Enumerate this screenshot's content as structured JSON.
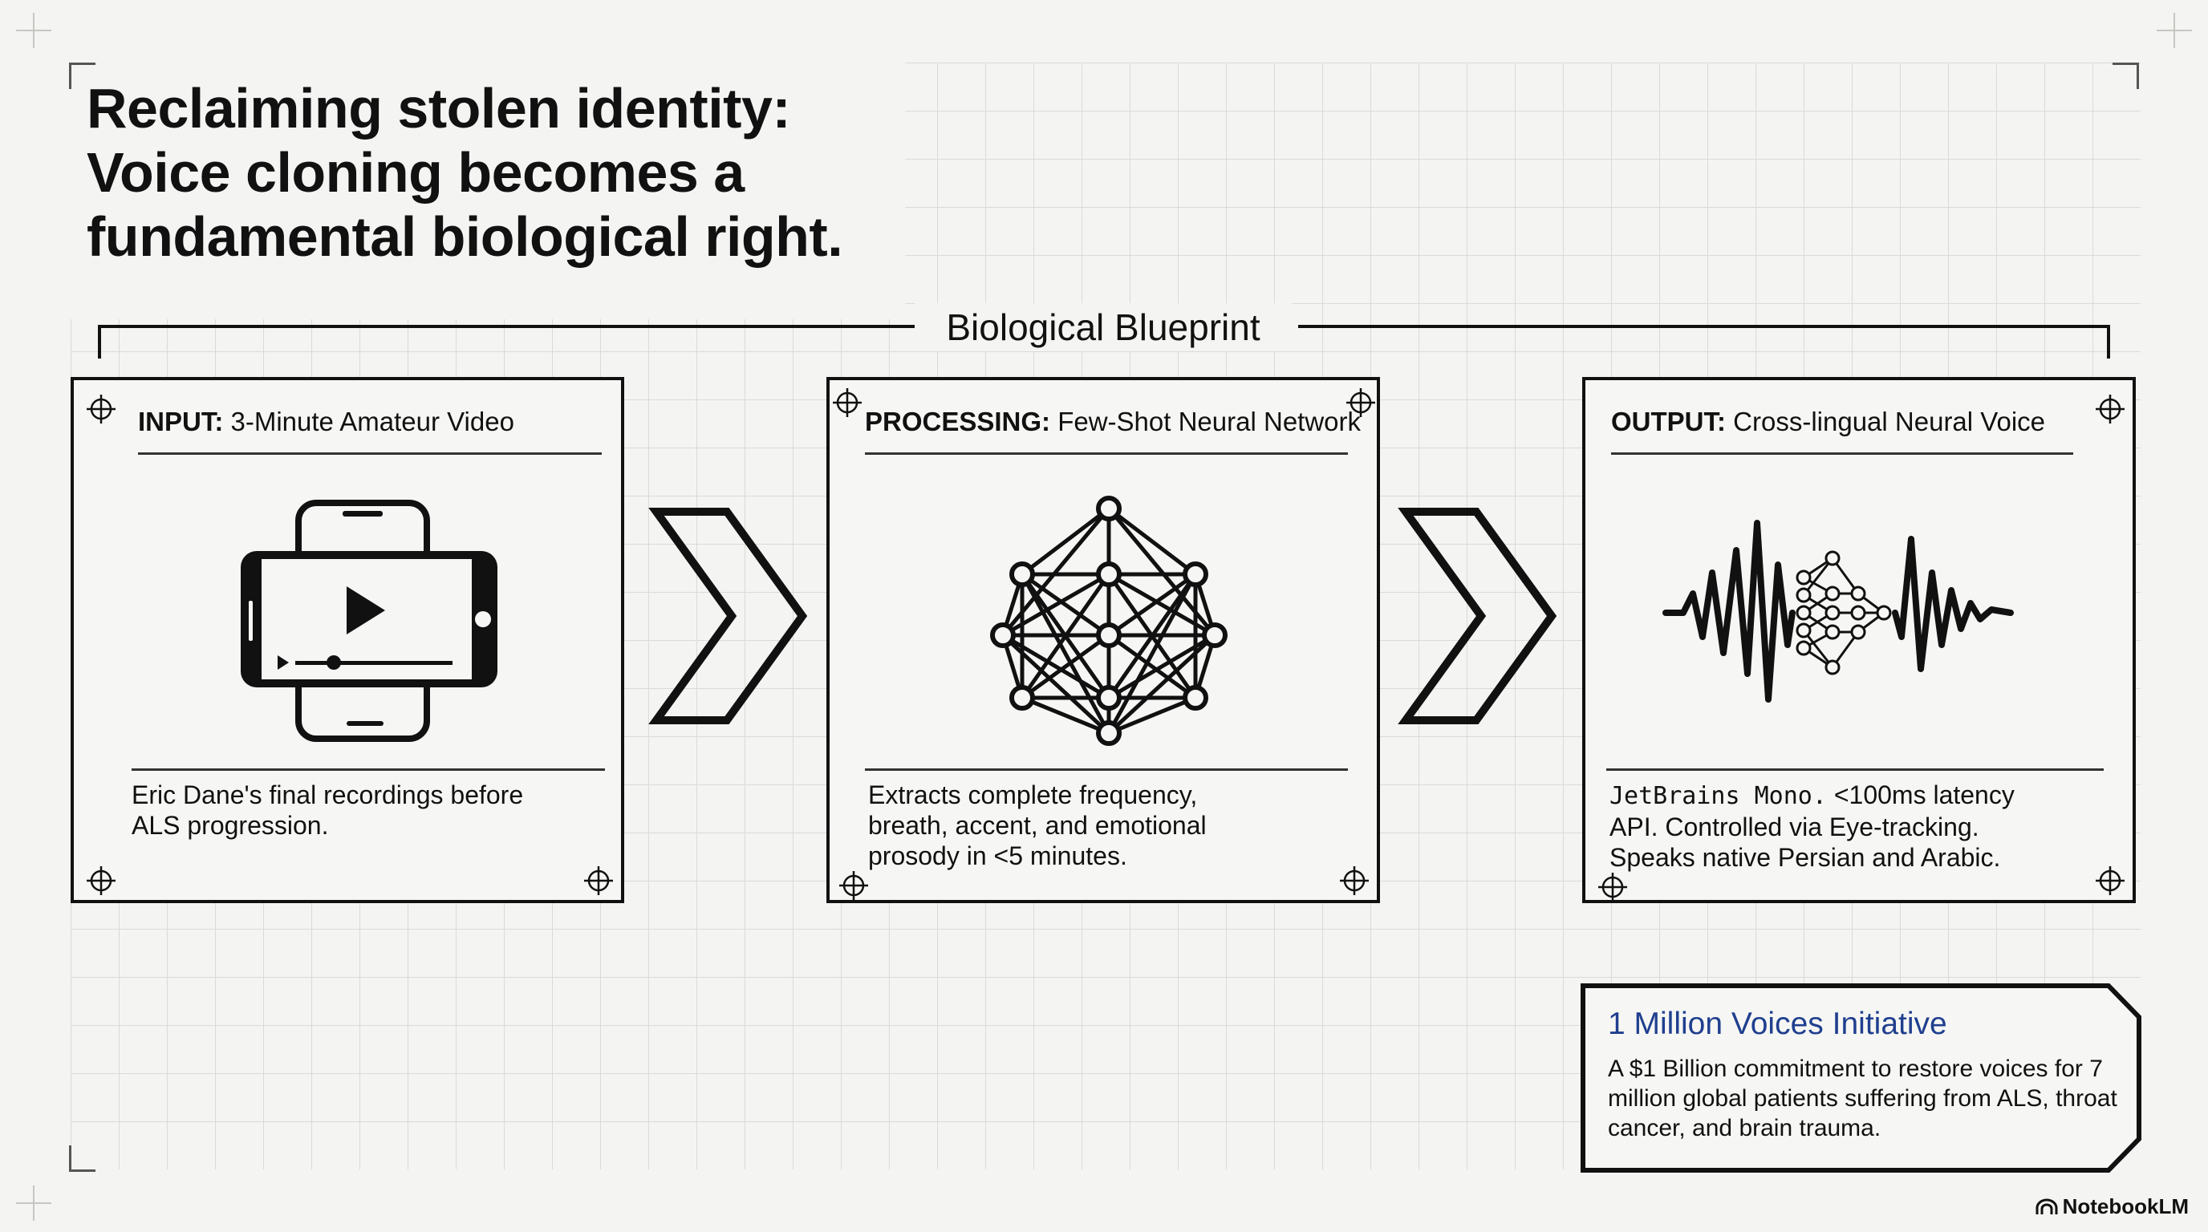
{
  "title_lines": [
    "Reclaiming stolen identity:",
    "Voice cloning becomes a",
    "fundamental biological right."
  ],
  "section_label": "Biological Blueprint",
  "panels": [
    {
      "head_strong": "INPUT:",
      "head_text": "3-Minute Amateur Video",
      "icon": "smartphone-video-icon",
      "description": "Eric Dane's final recordings before\nALS progression."
    },
    {
      "head_strong": "PROCESSING:",
      "head_text": "Few-Shot Neural Network",
      "icon": "neural-network-icon",
      "description": "Extracts complete frequency,\nbreath, accent, and emotional\nprosody in <5 minutes."
    },
    {
      "head_strong": "OUTPUT:",
      "head_text": "Cross-lingual Neural Voice",
      "icon": "neural-voice-waveform-icon",
      "description_mono": "JetBrains Mono.",
      "description": " <100ms latency\nAPI. Controlled via Eye-tracking.\nSpeaks native Persian and Arabic."
    }
  ],
  "callout": {
    "title": "1 Million Voices Initiative",
    "body": "A $1 Billion commitment to restore voices for 7 million global patients suffering from ALS, throat cancer, and brain trauma."
  },
  "brand": "NotebookLM",
  "colors": {
    "background": "#f4f4f2",
    "ink": "#111111",
    "grid": "#dadad6",
    "callout_title": "#1f3f8f"
  }
}
